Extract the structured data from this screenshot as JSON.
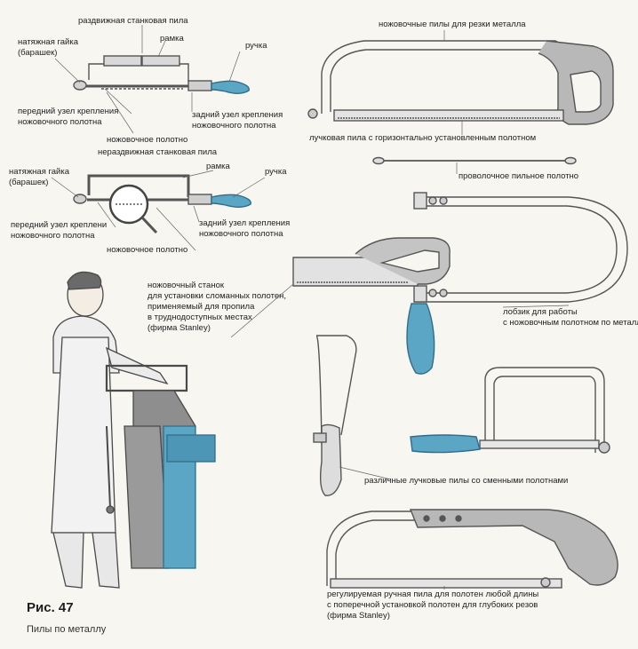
{
  "figure": {
    "number": "Рис. 47",
    "caption": "Пилы по металлу"
  },
  "labels": {
    "extendable_frame_saw": "раздвижная станковая пила",
    "wing_nut_1_line1": "натяжная гайка",
    "wing_nut_1_line2": "(барашек)",
    "frame_1": "рамка",
    "handle_1": "ручка",
    "front_mount_1_line1": "передний узел крепления",
    "front_mount_1_line2": "ножовочного полотна",
    "rear_mount_1_line1": "задний узел крепления",
    "rear_mount_1_line2": "ножовочного полотна",
    "blade_1": "ножовочное полотно",
    "fixed_frame_saw": "нераздвижная станковая пила",
    "wing_nut_2_line1": "натяжная гайка",
    "wing_nut_2_line2": "(барашек)",
    "frame_2": "рамка",
    "handle_2": "ручка",
    "front_mount_2_line1": "передний узел креплени",
    "front_mount_2_line2": "ножовочного полотна",
    "rear_mount_2_line1": "задний узел крепления",
    "rear_mount_2_line2": "ножовочного полотна",
    "blade_2": "ножовочное полотно",
    "metal_hacksaws": "ножовочные пилы для резки металла",
    "bow_saw_horizontal": "лучковая пила с горизонтально установленным полотном",
    "wire_blade": "проволочное пильное полотно",
    "stanley_broken_line1": "ножовочный станок",
    "stanley_broken_line2": "для установки сломанных полотен,",
    "stanley_broken_line3": "применяемый для пропила",
    "stanley_broken_line4": "в труднодоступных местах",
    "stanley_broken_line5": "(фирма Stanley)",
    "jigsaw_line1": "лобзик для работы",
    "jigsaw_line2": "с ножовочным полотном по металлу",
    "bow_saws_replaceable": "различные лучковые пилы со сменными полотнами",
    "adjustable_line1": "регулируемая ручная пила для полотен любой длины",
    "adjustable_line2": "с поперечной установкой полотен для глубоких резов",
    "adjustable_line3": "(фирма Stanley)"
  }
}
